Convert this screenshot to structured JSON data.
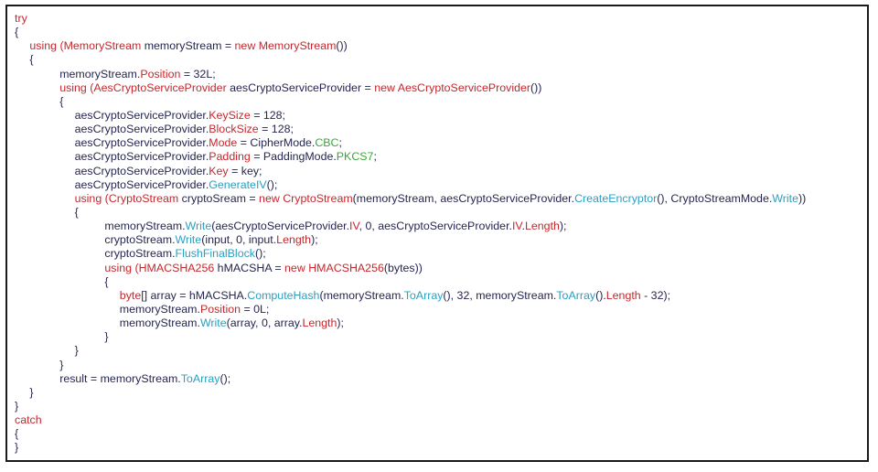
{
  "colors": {
    "keyword": "#c4282e",
    "member": "#2aa0c2",
    "enum_value": "#3aa63a",
    "plain": "#262650",
    "border": "#1a1a1a",
    "background": "#ffffff"
  },
  "code": {
    "lines": [
      {
        "indent": 0,
        "tokens": [
          {
            "t": "try",
            "c": "kw"
          }
        ]
      },
      {
        "indent": 0,
        "tokens": [
          {
            "t": "{",
            "c": "plain"
          }
        ]
      },
      {
        "indent": 1,
        "tokens": [
          {
            "t": "using (",
            "c": "kw"
          },
          {
            "t": "MemoryStream",
            "c": "kw"
          },
          {
            "t": " memoryStream = ",
            "c": "plain"
          },
          {
            "t": "new",
            "c": "kw"
          },
          {
            "t": " ",
            "c": "plain"
          },
          {
            "t": "MemoryStream",
            "c": "kw"
          },
          {
            "t": "())",
            "c": "plain"
          }
        ]
      },
      {
        "indent": 1,
        "tokens": [
          {
            "t": "{",
            "c": "plain"
          }
        ]
      },
      {
        "indent": 3,
        "tokens": [
          {
            "t": "memoryStream.",
            "c": "plain"
          },
          {
            "t": "Position",
            "c": "kw"
          },
          {
            "t": " = 32L;",
            "c": "plain"
          }
        ]
      },
      {
        "indent": 3,
        "tokens": [
          {
            "t": "using (",
            "c": "kw"
          },
          {
            "t": "AesCryptoServiceProvider",
            "c": "kw"
          },
          {
            "t": " aesCryptoServiceProvider = ",
            "c": "plain"
          },
          {
            "t": "new",
            "c": "kw"
          },
          {
            "t": " ",
            "c": "plain"
          },
          {
            "t": "AesCryptoServiceProvider",
            "c": "kw"
          },
          {
            "t": "())",
            "c": "plain"
          }
        ]
      },
      {
        "indent": 3,
        "tokens": [
          {
            "t": "{",
            "c": "plain"
          }
        ]
      },
      {
        "indent": 4,
        "tokens": [
          {
            "t": "aesCryptoServiceProvider.",
            "c": "plain"
          },
          {
            "t": "KeySize",
            "c": "kw"
          },
          {
            "t": " = 128;",
            "c": "plain"
          }
        ]
      },
      {
        "indent": 4,
        "tokens": [
          {
            "t": "aesCryptoServiceProvider.",
            "c": "plain"
          },
          {
            "t": "BlockSize",
            "c": "kw"
          },
          {
            "t": " = 128;",
            "c": "plain"
          }
        ]
      },
      {
        "indent": 4,
        "tokens": [
          {
            "t": "aesCryptoServiceProvider.",
            "c": "plain"
          },
          {
            "t": "Mode",
            "c": "kw"
          },
          {
            "t": " = CipherMode.",
            "c": "plain"
          },
          {
            "t": "CBC",
            "c": "enum"
          },
          {
            "t": ";",
            "c": "plain"
          }
        ]
      },
      {
        "indent": 4,
        "tokens": [
          {
            "t": "aesCryptoServiceProvider.",
            "c": "plain"
          },
          {
            "t": "Padding",
            "c": "kw"
          },
          {
            "t": " = PaddingMode.",
            "c": "plain"
          },
          {
            "t": "PKCS7",
            "c": "enum"
          },
          {
            "t": ";",
            "c": "plain"
          }
        ]
      },
      {
        "indent": 4,
        "tokens": [
          {
            "t": "aesCryptoServiceProvider.",
            "c": "plain"
          },
          {
            "t": "Key",
            "c": "kw"
          },
          {
            "t": " = key;",
            "c": "plain"
          }
        ]
      },
      {
        "indent": 4,
        "tokens": [
          {
            "t": "aesCryptoServiceProvider.",
            "c": "plain"
          },
          {
            "t": "GenerateIV",
            "c": "mem"
          },
          {
            "t": "();",
            "c": "plain"
          }
        ]
      },
      {
        "indent": 4,
        "tokens": [
          {
            "t": "using (",
            "c": "kw"
          },
          {
            "t": "CryptoStream",
            "c": "kw"
          },
          {
            "t": " cryptoSream = ",
            "c": "plain"
          },
          {
            "t": "new",
            "c": "kw"
          },
          {
            "t": " ",
            "c": "plain"
          },
          {
            "t": "CryptoStream",
            "c": "kw"
          },
          {
            "t": "(memoryStream, aesCryptoServiceProvider.",
            "c": "plain"
          },
          {
            "t": "CreateEncryptor",
            "c": "mem"
          },
          {
            "t": "(), CryptoStreamMode.",
            "c": "plain"
          },
          {
            "t": "Write",
            "c": "mem"
          },
          {
            "t": "))",
            "c": "plain"
          }
        ]
      },
      {
        "indent": 4,
        "tokens": [
          {
            "t": "{",
            "c": "plain"
          }
        ]
      },
      {
        "indent": 6,
        "tokens": [
          {
            "t": "memoryStream.",
            "c": "plain"
          },
          {
            "t": "Write",
            "c": "mem"
          },
          {
            "t": "(aesCryptoServiceProvider.",
            "c": "plain"
          },
          {
            "t": "IV",
            "c": "kw"
          },
          {
            "t": ", 0, aesCryptoServiceProvider.",
            "c": "plain"
          },
          {
            "t": "IV",
            "c": "kw"
          },
          {
            "t": ".",
            "c": "plain"
          },
          {
            "t": "Length",
            "c": "kw"
          },
          {
            "t": ");",
            "c": "plain"
          }
        ]
      },
      {
        "indent": 6,
        "tokens": [
          {
            "t": "cryptoStream.",
            "c": "plain"
          },
          {
            "t": "Write",
            "c": "mem"
          },
          {
            "t": "(input, 0, input.",
            "c": "plain"
          },
          {
            "t": "Length",
            "c": "kw"
          },
          {
            "t": ");",
            "c": "plain"
          }
        ]
      },
      {
        "indent": 6,
        "tokens": [
          {
            "t": "cryptoStream.",
            "c": "plain"
          },
          {
            "t": "FlushFinalBlock",
            "c": "mem"
          },
          {
            "t": "();",
            "c": "plain"
          }
        ]
      },
      {
        "indent": 6,
        "tokens": [
          {
            "t": "using (",
            "c": "kw"
          },
          {
            "t": "HMACSHA256",
            "c": "kw"
          },
          {
            "t": " hMACSHA = ",
            "c": "plain"
          },
          {
            "t": "new",
            "c": "kw"
          },
          {
            "t": " ",
            "c": "plain"
          },
          {
            "t": "HMACSHA256",
            "c": "kw"
          },
          {
            "t": "(bytes))",
            "c": "plain"
          }
        ]
      },
      {
        "indent": 6,
        "tokens": [
          {
            "t": "{",
            "c": "plain"
          }
        ]
      },
      {
        "indent": 7,
        "tokens": [
          {
            "t": "byte",
            "c": "kw"
          },
          {
            "t": "[] array = hMACSHA.",
            "c": "plain"
          },
          {
            "t": "ComputeHash",
            "c": "mem"
          },
          {
            "t": "(memoryStream.",
            "c": "plain"
          },
          {
            "t": "ToArray",
            "c": "mem"
          },
          {
            "t": "(), 32, memoryStream.",
            "c": "plain"
          },
          {
            "t": "ToArray",
            "c": "mem"
          },
          {
            "t": "().",
            "c": "plain"
          },
          {
            "t": "Length",
            "c": "kw"
          },
          {
            "t": " - 32);",
            "c": "plain"
          }
        ]
      },
      {
        "indent": 7,
        "tokens": [
          {
            "t": "memoryStream.",
            "c": "plain"
          },
          {
            "t": "Position",
            "c": "kw"
          },
          {
            "t": " = 0L;",
            "c": "plain"
          }
        ]
      },
      {
        "indent": 7,
        "tokens": [
          {
            "t": "memoryStream.",
            "c": "plain"
          },
          {
            "t": "Write",
            "c": "mem"
          },
          {
            "t": "(array, 0, array.",
            "c": "plain"
          },
          {
            "t": "Length",
            "c": "kw"
          },
          {
            "t": ");",
            "c": "plain"
          }
        ]
      },
      {
        "indent": 6,
        "tokens": [
          {
            "t": "}",
            "c": "plain"
          }
        ]
      },
      {
        "indent": 4,
        "tokens": [
          {
            "t": "}",
            "c": "plain"
          }
        ]
      },
      {
        "indent": 3,
        "tokens": [
          {
            "t": "}",
            "c": "plain"
          }
        ]
      },
      {
        "indent": 3,
        "tokens": [
          {
            "t": "result = memoryStream.",
            "c": "plain"
          },
          {
            "t": "ToArray",
            "c": "mem"
          },
          {
            "t": "();",
            "c": "plain"
          }
        ]
      },
      {
        "indent": 1,
        "tokens": [
          {
            "t": "}",
            "c": "plain"
          }
        ]
      },
      {
        "indent": 0,
        "tokens": [
          {
            "t": "}",
            "c": "plain"
          }
        ]
      },
      {
        "indent": 0,
        "tokens": [
          {
            "t": "catch",
            "c": "kw"
          }
        ]
      },
      {
        "indent": 0,
        "tokens": [
          {
            "t": "{",
            "c": "plain"
          }
        ]
      },
      {
        "indent": 0,
        "tokens": [
          {
            "t": "}",
            "c": "plain"
          }
        ]
      }
    ]
  }
}
